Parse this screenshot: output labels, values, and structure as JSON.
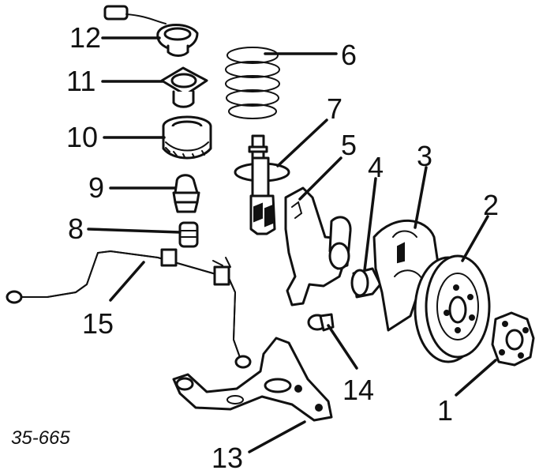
{
  "figure_code": "35-665",
  "callouts": {
    "c1": "1",
    "c2": "2",
    "c3": "3",
    "c4": "4",
    "c5": "5",
    "c6": "6",
    "c7": "7",
    "c8": "8",
    "c9": "9",
    "c10": "10",
    "c11": "11",
    "c12": "12",
    "c13": "13",
    "c14": "14",
    "c15": "15"
  }
}
